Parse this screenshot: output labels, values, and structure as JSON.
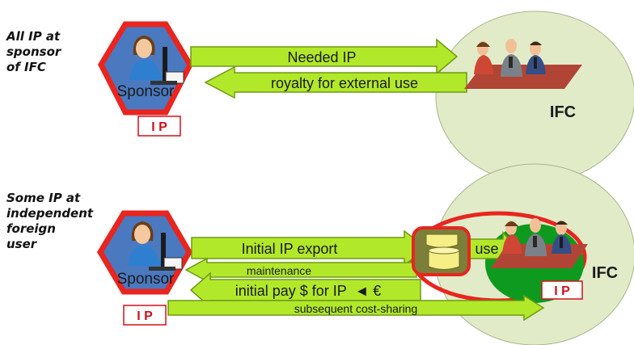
{
  "top_scenario": {
    "caption": [
      "All IP at",
      "sponsor",
      "of IFC"
    ],
    "sponsor_label": "Sponsor",
    "ip_badge": "I P",
    "ifc_label": "IFC",
    "arrows": {
      "needed_ip": "Needed IP",
      "royalty": "royalty for external use"
    }
  },
  "bottom_scenario": {
    "caption": [
      "Some IP at",
      "independent",
      "foreign",
      "user"
    ],
    "sponsor_label": "Sponsor",
    "ip_badge_sponsor": "I P",
    "ip_badge_ifc": "I P",
    "ifc_label": "IFC",
    "use_label": "use",
    "arrows": {
      "initial_export": "Initial IP export",
      "maintenance": "maintenance",
      "initial_pay": "initial pay $ for IP  ◄ €",
      "cost_sharing": "subsequent cost-sharing"
    }
  },
  "colors": {
    "ifc_circle": "#e2ebc8",
    "sponsor_hex_fill": "#4a79c0",
    "sponsor_hex_border": "#e8251f",
    "arrow_fill": "#b2e82a",
    "arrow_border": "#6e9a14",
    "ip_badge_text": "#d0111b",
    "user_circle": "#0e9a1e",
    "server_fill": "#f6ee86"
  },
  "icons": [
    "person-at-computer-icon",
    "meeting-people-icon",
    "database-icon"
  ]
}
